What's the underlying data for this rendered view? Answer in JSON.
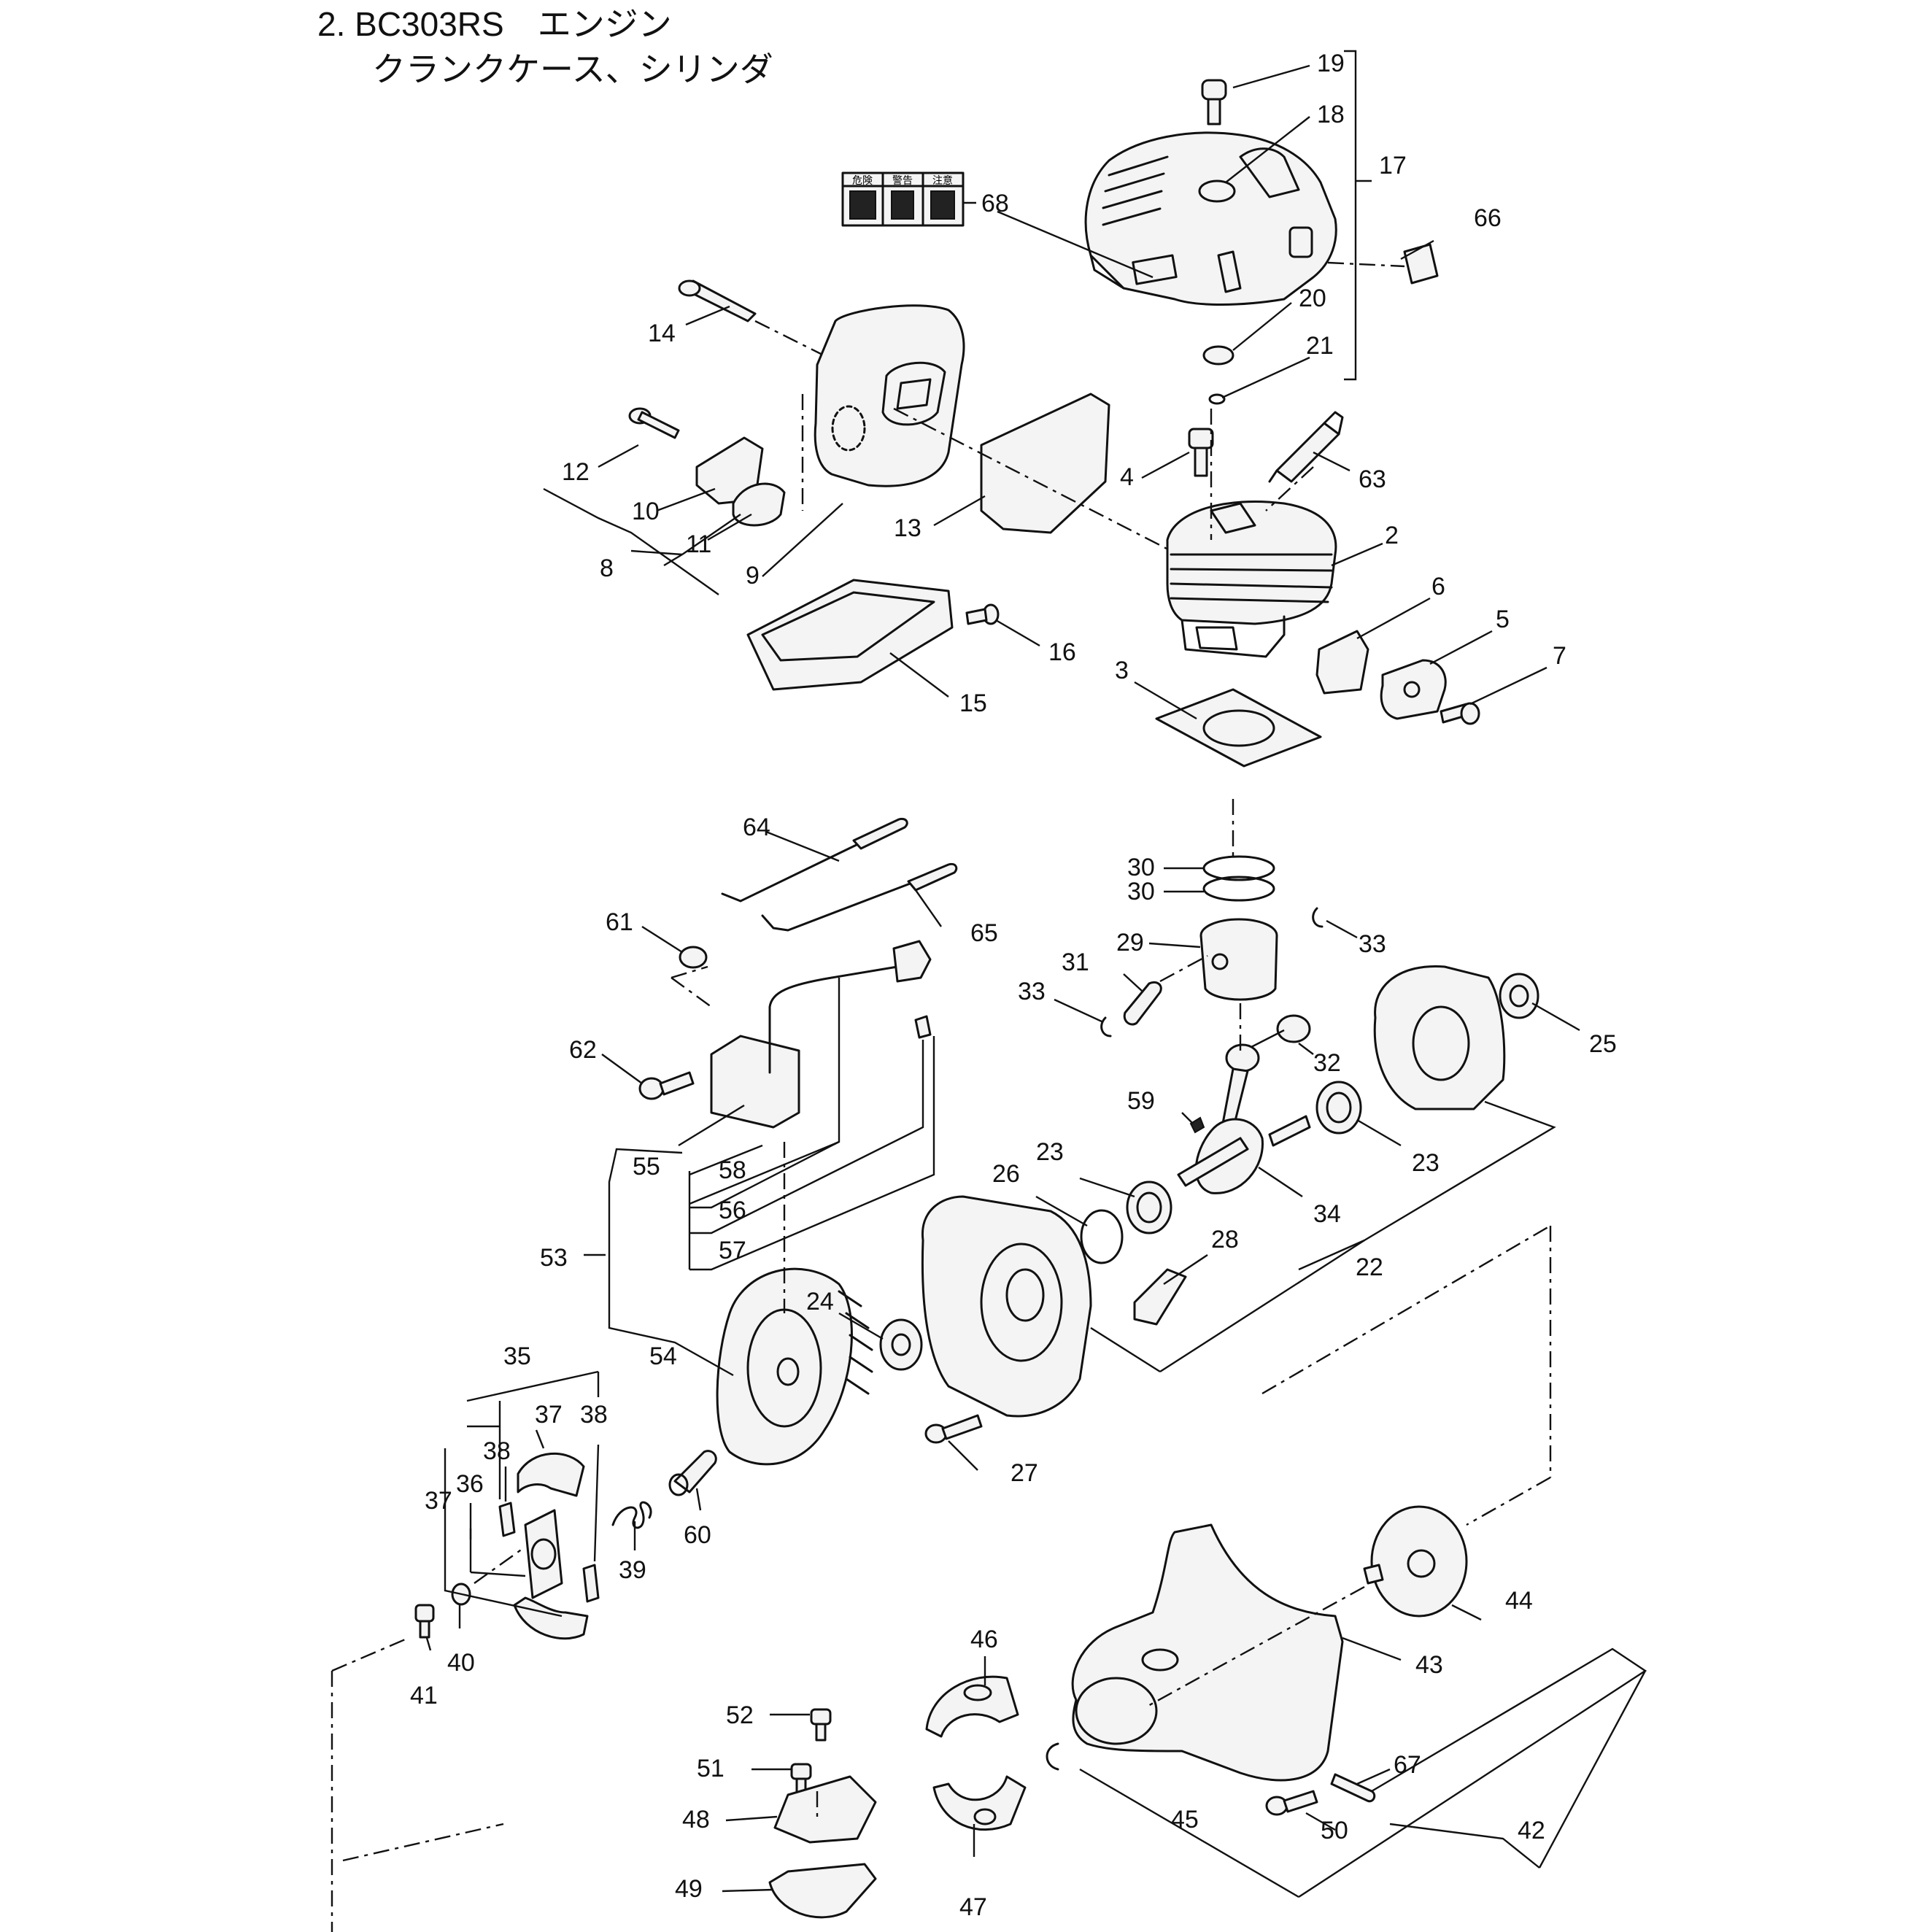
{
  "title": {
    "line1": "2. BC303RS　エンジン",
    "line2": "クランクケース、シリンダ"
  },
  "labels": {
    "p2": "2",
    "p3": "3",
    "p4": "4",
    "p5": "5",
    "p6": "6",
    "p7": "7",
    "p8": "8",
    "p9": "9",
    "p10": "10",
    "p11": "11",
    "p12": "12",
    "p13": "13",
    "p14": "14",
    "p15": "15",
    "p16": "16",
    "p17": "17",
    "p18": "18",
    "p19": "19",
    "p20": "20",
    "p21": "21",
    "p22": "22",
    "p23a": "23",
    "p23b": "23",
    "p24": "24",
    "p25": "25",
    "p26": "26",
    "p27": "27",
    "p28": "28",
    "p29": "29",
    "p30a": "30",
    "p30b": "30",
    "p31": "31",
    "p32": "32",
    "p33a": "33",
    "p33b": "33",
    "p34": "34",
    "p35": "35",
    "p36": "36",
    "p37a": "37",
    "p37b": "37",
    "p38a": "38",
    "p38b": "38",
    "p39": "39",
    "p40": "40",
    "p41": "41",
    "p42": "42",
    "p43": "43",
    "p44": "44",
    "p45": "45",
    "p46": "46",
    "p47": "47",
    "p48": "48",
    "p49": "49",
    "p50": "50",
    "p51": "51",
    "p52": "52",
    "p53": "53",
    "p54": "54",
    "p55": "55",
    "p56": "56",
    "p57": "57",
    "p58": "58",
    "p59": "59",
    "p60": "60",
    "p61": "61",
    "p62": "62",
    "p63": "63",
    "p64": "64",
    "p65": "65",
    "p66": "66",
    "p67": "67",
    "p68": "68"
  },
  "warning_label": {
    "headers": [
      "危険",
      "警告",
      "注意"
    ]
  }
}
